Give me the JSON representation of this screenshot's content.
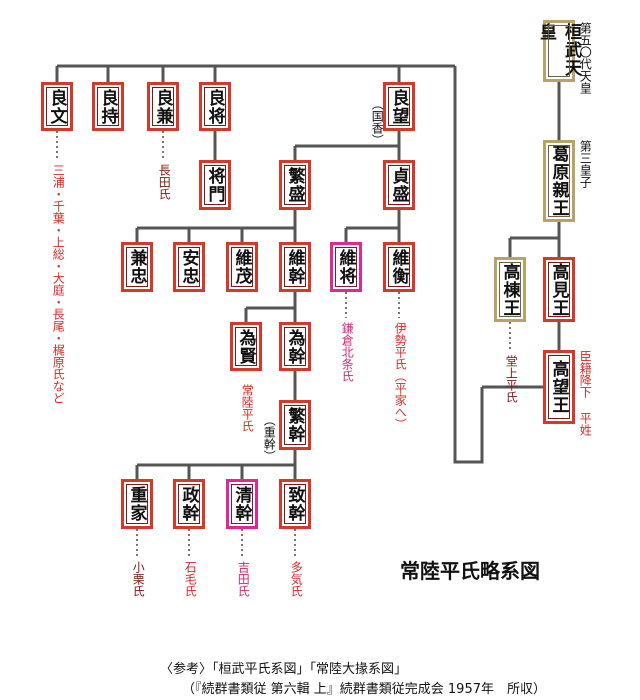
{
  "title": "常陸平氏略系図",
  "reference": {
    "line1": "〈参考〉「桓武平氏系図」「常陸大掾系図」",
    "line2": "（『続群書類従 第六輯 上』続群書類従完成会 1957年　所収）"
  },
  "people": {
    "kanmu": "桓武天皇",
    "kazurahara": "葛原親王",
    "takami": "高見王",
    "takamune": "高棟王",
    "takamochi": "高望王",
    "yoshifumi": "良文",
    "yoshimochi": "良持",
    "yoshikane": "良兼",
    "yoshimasa": "良将",
    "yoshimochi2": "良望",
    "masakado": "将門",
    "shigemori": "繁盛",
    "sadamori": "貞盛",
    "kanetada": "兼忠",
    "yasutada": "安忠",
    "koreshige": "維茂",
    "koremoto": "維幹",
    "koretoki": "維将",
    "korehira": "維衡",
    "tamekata": "為賢",
    "tamemoto": "為幹",
    "shigemoto": "繁幹",
    "shigeie": "重家",
    "masamoto": "政幹",
    "kiyomoto": "清幹",
    "munemoto": "致幹"
  },
  "notes": {
    "kanmu_gen": "第五〇代天皇",
    "kazurahara_son": "第三皇子",
    "takamochi_note": "臣籍降下 平姓",
    "yoshifumi_desc": "三浦・千葉・上総・大庭・長尾・梶原氏など",
    "yoshikane_desc": "長田氏",
    "yoshimochi_alt": "（国香）",
    "koretoki_desc": "鎌倉北条氏",
    "korehira_desc": "伊勢平氏（平家へ）",
    "takamune_desc": "堂上平氏",
    "tamekata_desc": "常陸平氏",
    "shigemoto_alt": "（重幹）",
    "shigeie_desc": "小栗氏",
    "masamoto_desc": "石毛氏",
    "kiyomoto_desc": "吉田氏",
    "munemoto_desc": "多気氏"
  },
  "colors": {
    "line": "#555555",
    "red_box": "#d33a2c",
    "gold_box": "#b7a26a",
    "pink_box": "#e0288e",
    "red_text": "#d32b2b",
    "dark_text": "#7a1a12",
    "pink_text": "#d0287a"
  }
}
